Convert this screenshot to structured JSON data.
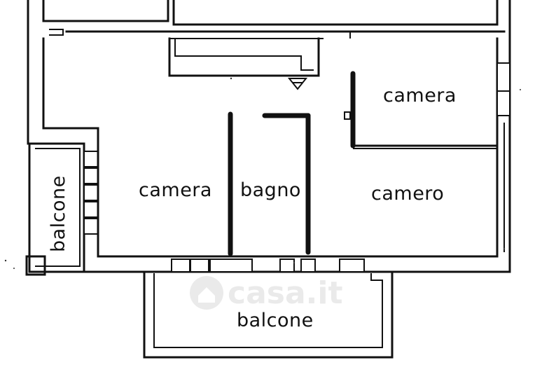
{
  "rooms": {
    "camera_top_right": "camera",
    "camera_left": "camera",
    "bagno": "bagno",
    "camera_right": "camero",
    "balcone_side": "balcone",
    "balcone_bottom": "balcone"
  },
  "watermark": {
    "text": "casa.it"
  },
  "colors": {
    "wall": "#111111",
    "background": "#ffffff",
    "watermark": "#d9d9d9"
  },
  "icons": {
    "watermark_logo": "house-icon"
  }
}
